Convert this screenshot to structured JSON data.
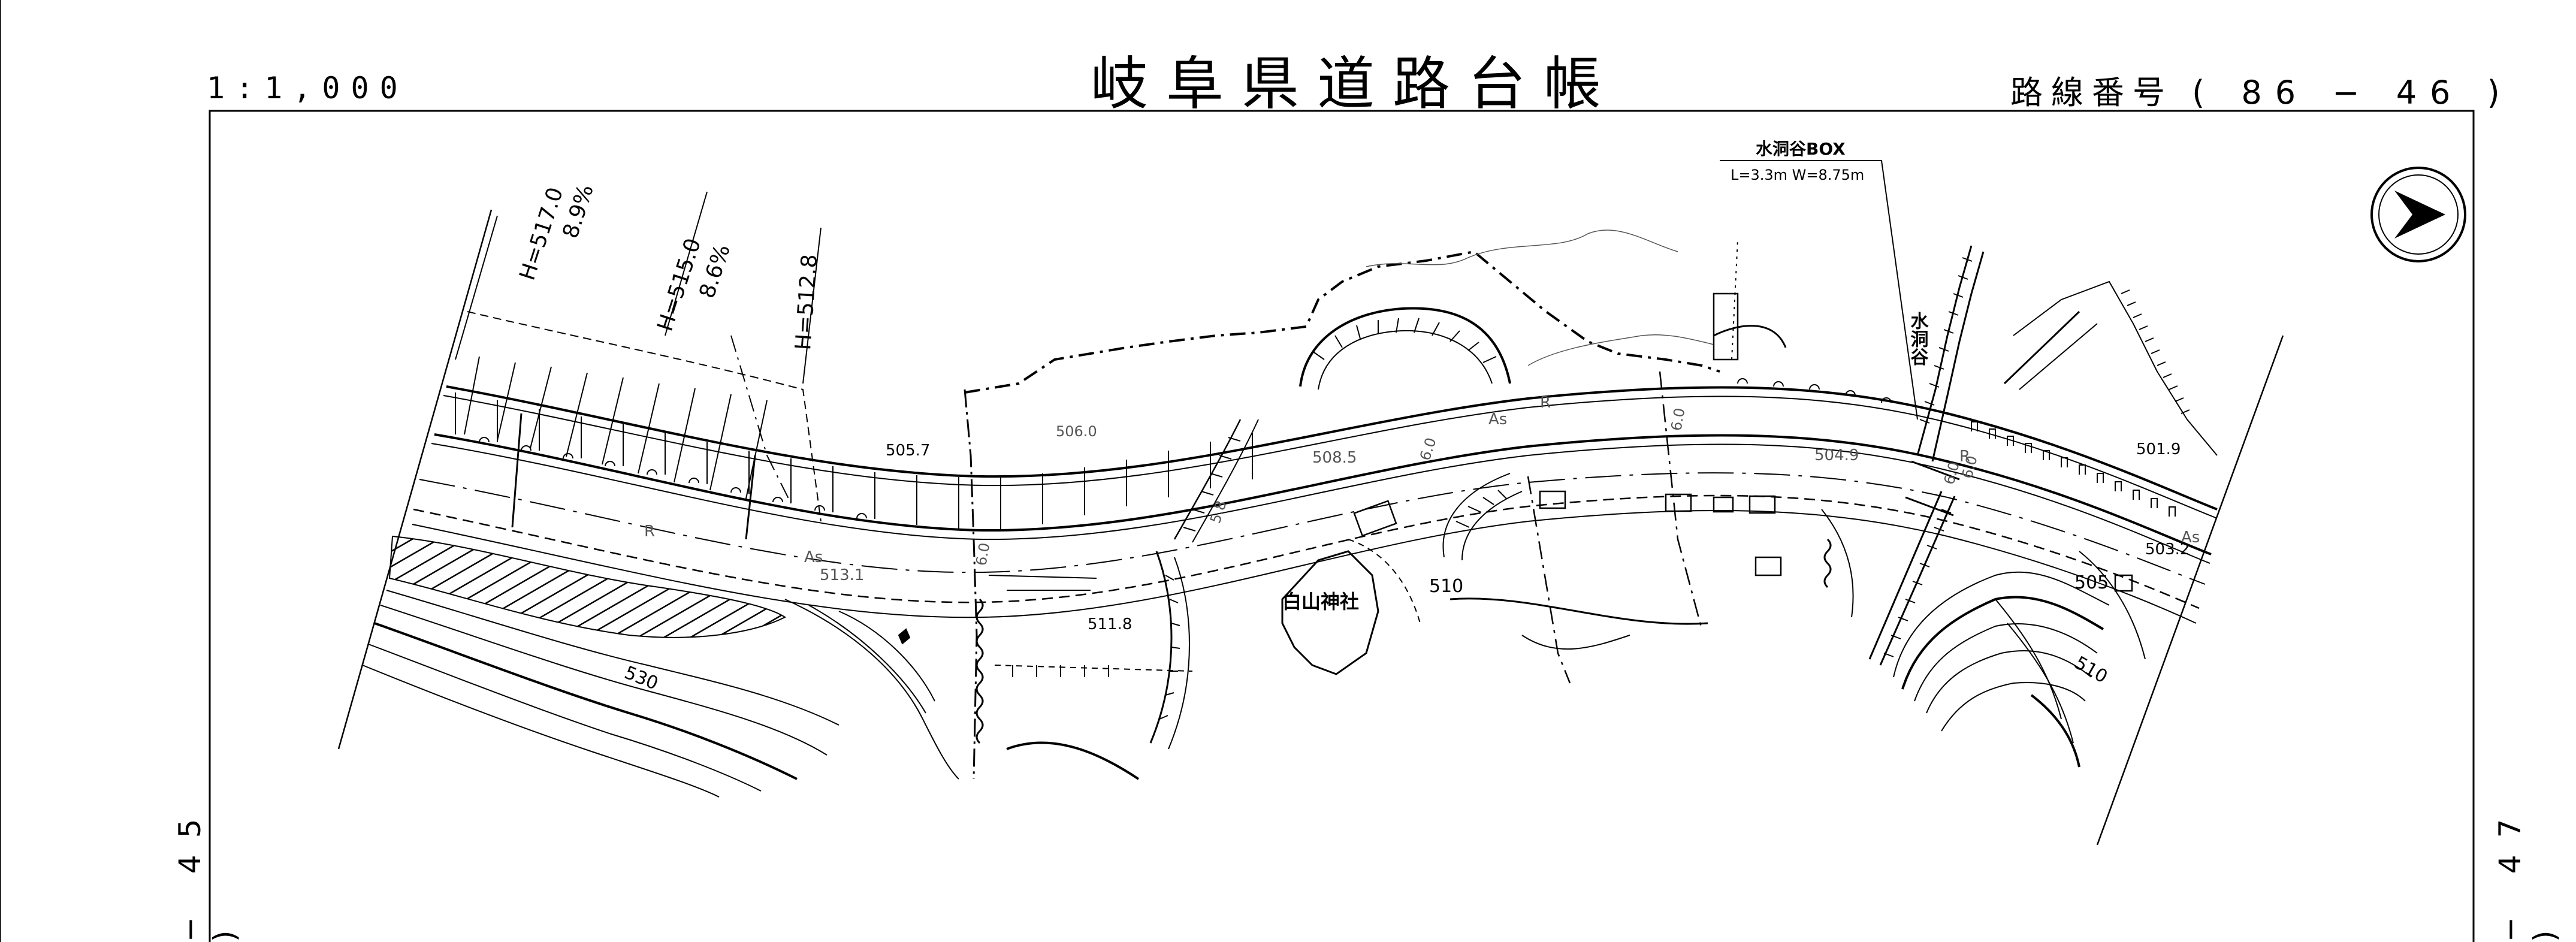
{
  "header": {
    "title": "岐阜県道路台帳",
    "scale": "1:1,000",
    "route_label": "路線番号",
    "route_number": "( 86 − 46 )"
  },
  "sheet_numbers": {
    "left": "− 45 )",
    "right": "− 47 )"
  },
  "map": {
    "structure_name": "水洞谷BOX",
    "structure_dims": "L=3.3m  W=8.75m",
    "river_name": "水洞谷",
    "shrine": "白山神社",
    "slopes": [
      {
        "height": "H=517.0",
        "grade": "8.9%"
      },
      {
        "height": "H=515.0",
        "grade": "8.6%"
      },
      {
        "height": "H=512.8",
        "grade": ""
      }
    ],
    "spot_elevations": [
      "505.7",
      "508.5",
      "513.1",
      "511.8",
      "504.9",
      "501.9",
      "503.2",
      "506.0"
    ],
    "contours": [
      "530",
      "510",
      "505",
      "510"
    ],
    "widths": [
      "6.0",
      "6.0",
      "5.8",
      "6.0",
      "6.0",
      "6.0"
    ],
    "surface_codes": [
      "As",
      "As",
      "As",
      "R",
      "R",
      "R"
    ]
  },
  "icons": {
    "north_arrow": "north-arrow-icon"
  }
}
